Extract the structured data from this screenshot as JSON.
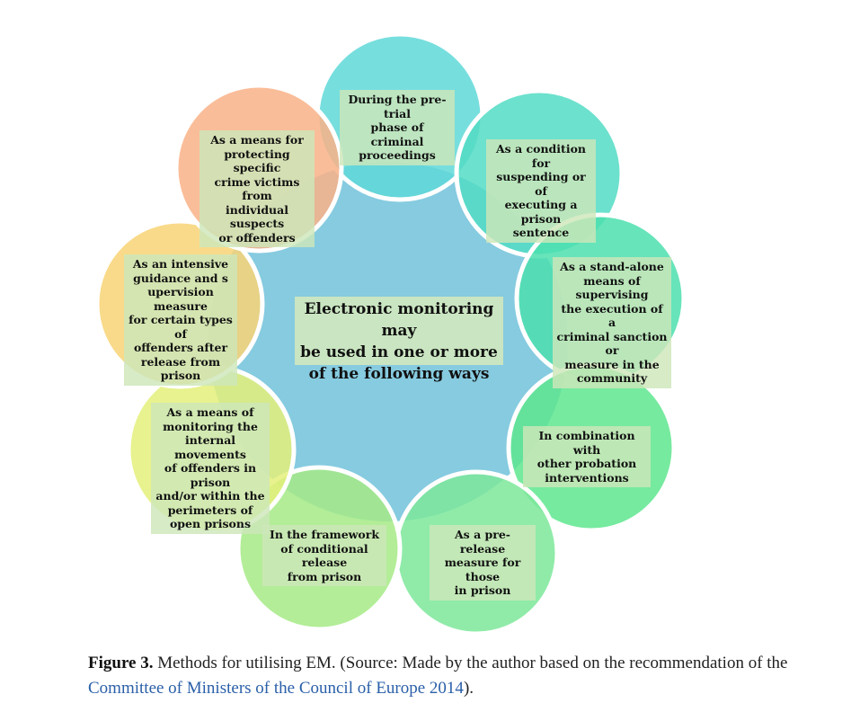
{
  "diagram": {
    "center_text": "Electronic monitoring may\nbe used in one or more\nof the following ways",
    "nodes": [
      {
        "id": "pretrial",
        "text": "During the pre-trial\nphase of criminal\nproceedings",
        "color": "#5fd8d8"
      },
      {
        "id": "suspending",
        "text": "As a condition for\nsuspending or of\nexecuting a prison\nsentence",
        "color": "#52dcc4"
      },
      {
        "id": "standalone",
        "text": "As a stand-alone\nmeans of supervising\nthe execution of a\ncriminal sanction or\nmeasure in the\ncommunity",
        "color": "#4cdfae"
      },
      {
        "id": "combination",
        "text": "In combination with\nother probation\ninterventions",
        "color": "#5ee68e"
      },
      {
        "id": "prerelease",
        "text": "As a pre-release\nmeasure for those\nin prison",
        "color": "#7ce89a"
      },
      {
        "id": "conditional",
        "text": "In the framework\nof conditional release\nfrom prison",
        "color": "#a6ea86"
      },
      {
        "id": "internal",
        "text": "As a means of\nmonitoring the\ninternal movements\nof offenders in prison\nand/or within the\nperimeters of\nopen prisons",
        "color": "#e4f07a"
      },
      {
        "id": "guidance",
        "text": "As an intensive\nguidance and s\nupervision measure\nfor certain types of\noffenders after\nrelease from\nprison",
        "color": "#f8d476"
      },
      {
        "id": "victims",
        "text": "As a means for\nprotecting specific\ncrime victims from\nindividual suspects\nor offenders",
        "color": "#f9b287"
      }
    ],
    "center_color": "#86cbe0"
  },
  "caption": {
    "figure_label": "Figure 3.",
    "text_before": " Methods for utilising EM. (Source: Made by the author based on the recommendation of the ",
    "reference": "Committee of Ministers of the Council of Europe 2014",
    "text_after": ")."
  }
}
